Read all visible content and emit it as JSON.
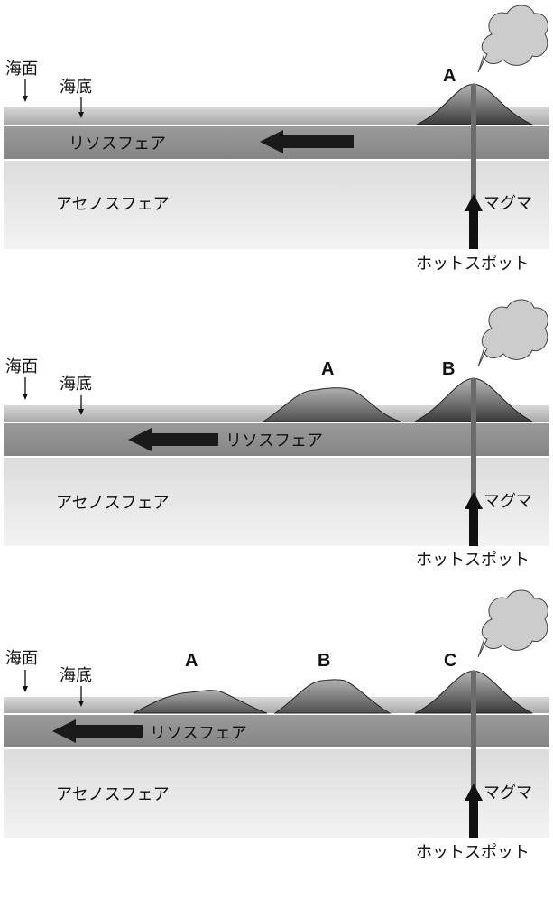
{
  "panels": [
    {
      "sea_surface": "海面",
      "seafloor": "海底",
      "lithosphere": "リソスフェア",
      "asthenosphere": "アセノスフェア",
      "magma": "マグマ",
      "hotspot": "ホットスポット",
      "volcanoes": [
        "A"
      ]
    },
    {
      "sea_surface": "海面",
      "seafloor": "海底",
      "lithosphere": "リソスフェア",
      "asthenosphere": "アセノスフェア",
      "magma": "マグマ",
      "hotspot": "ホットスポット",
      "volcanoes": [
        "A",
        "B"
      ]
    },
    {
      "sea_surface": "海面",
      "seafloor": "海底",
      "lithosphere": "リソスフェア",
      "asthenosphere": "アセノスフェア",
      "magma": "マグマ",
      "hotspot": "ホットスポット",
      "volcanoes": [
        "A",
        "B",
        "C"
      ]
    }
  ],
  "colors": {
    "lithosphere": "#8c8c8c",
    "asthenosphere": "#e6e6e6",
    "sea": "#c8c8c8",
    "arrow": "#1a1a1a",
    "cloud": "#cccccc"
  }
}
